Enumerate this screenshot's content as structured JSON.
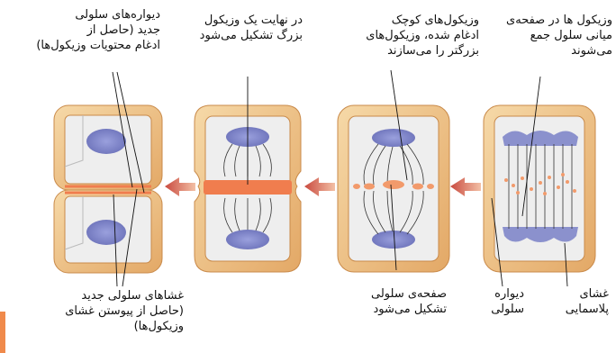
{
  "labels": {
    "stage1_top": "وزیکول ها در صفحه‌ی\nمیانی سلول جمع\nمی‌شوند",
    "stage2_top": "وزیکول‌های کوچک\nادغام شده، وزیکول‌های\nبزرگتر را می‌سازند",
    "stage3_top": "در نهایت یک وزیکول\nبزرگ تشکیل می‌شود",
    "stage4_top": "دیواره‌های سلولی\nجدید (حاصل از\nادغام محتویات وزیکول‌ها)",
    "plasma_membrane": "غشای\nپلاسمایی",
    "cell_wall": "دیواره\nسلولی",
    "cell_plate": "صفحه‌ی سلولی\nتشکیل می‌شود",
    "new_membranes": "غشاهای سلولی جدید\n(حاصل از پیوستن غشای\nوزیکول‌ها)"
  },
  "colors": {
    "wall_outer": "#e9b97a",
    "wall_inner": "#f4d6a8",
    "cytoplasm": "#eeeeee",
    "chromosome": "#7f86c9",
    "vesicle": "#f29a6b",
    "arrow": "#c0504d",
    "plate": "#f07d4e"
  }
}
